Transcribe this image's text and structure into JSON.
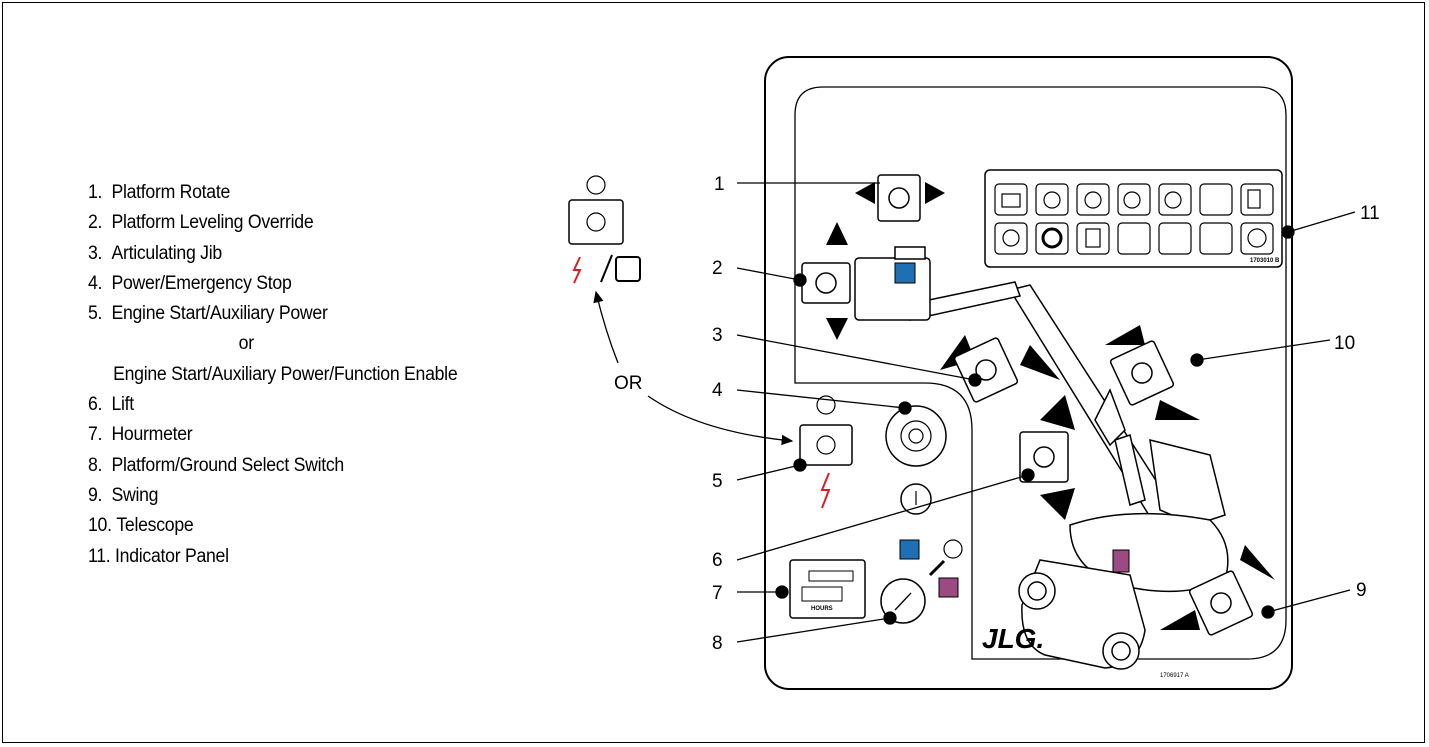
{
  "legend": [
    {
      "num": "1.",
      "text": "Platform Rotate"
    },
    {
      "num": "2.",
      "text": "Platform Leveling Override"
    },
    {
      "num": "3.",
      "text": "Articulating Jib"
    },
    {
      "num": "4.",
      "text": "Power/Emergency Stop"
    },
    {
      "num": "5.",
      "text": "Engine Start/Auxiliary Power"
    },
    {
      "num": "",
      "text": "or"
    },
    {
      "num": "",
      "text": "Engine Start/Auxiliary Power/Function Enable"
    },
    {
      "num": "6.",
      "text": "Lift"
    },
    {
      "num": "7.",
      "text": "Hourmeter"
    },
    {
      "num": "8.",
      "text": "Platform/Ground Select Switch"
    },
    {
      "num": "9.",
      "text": "Swing"
    },
    {
      "num": "10.",
      "text": "Telescope"
    },
    {
      "num": "11.",
      "text": "Indicator Panel"
    }
  ],
  "diagram": {
    "or_label": "OR",
    "callouts": [
      "1",
      "2",
      "3",
      "4",
      "5",
      "6",
      "7",
      "8",
      "9",
      "10",
      "11"
    ],
    "brand_logo": "JLG.",
    "part_number": "1706917 A",
    "indicator_part_number": "1703010 B",
    "hourmeter_label": "HOURS",
    "colors": {
      "blue": "#1f6fb4",
      "purple": "#9b4a82",
      "line": "#000000"
    }
  }
}
